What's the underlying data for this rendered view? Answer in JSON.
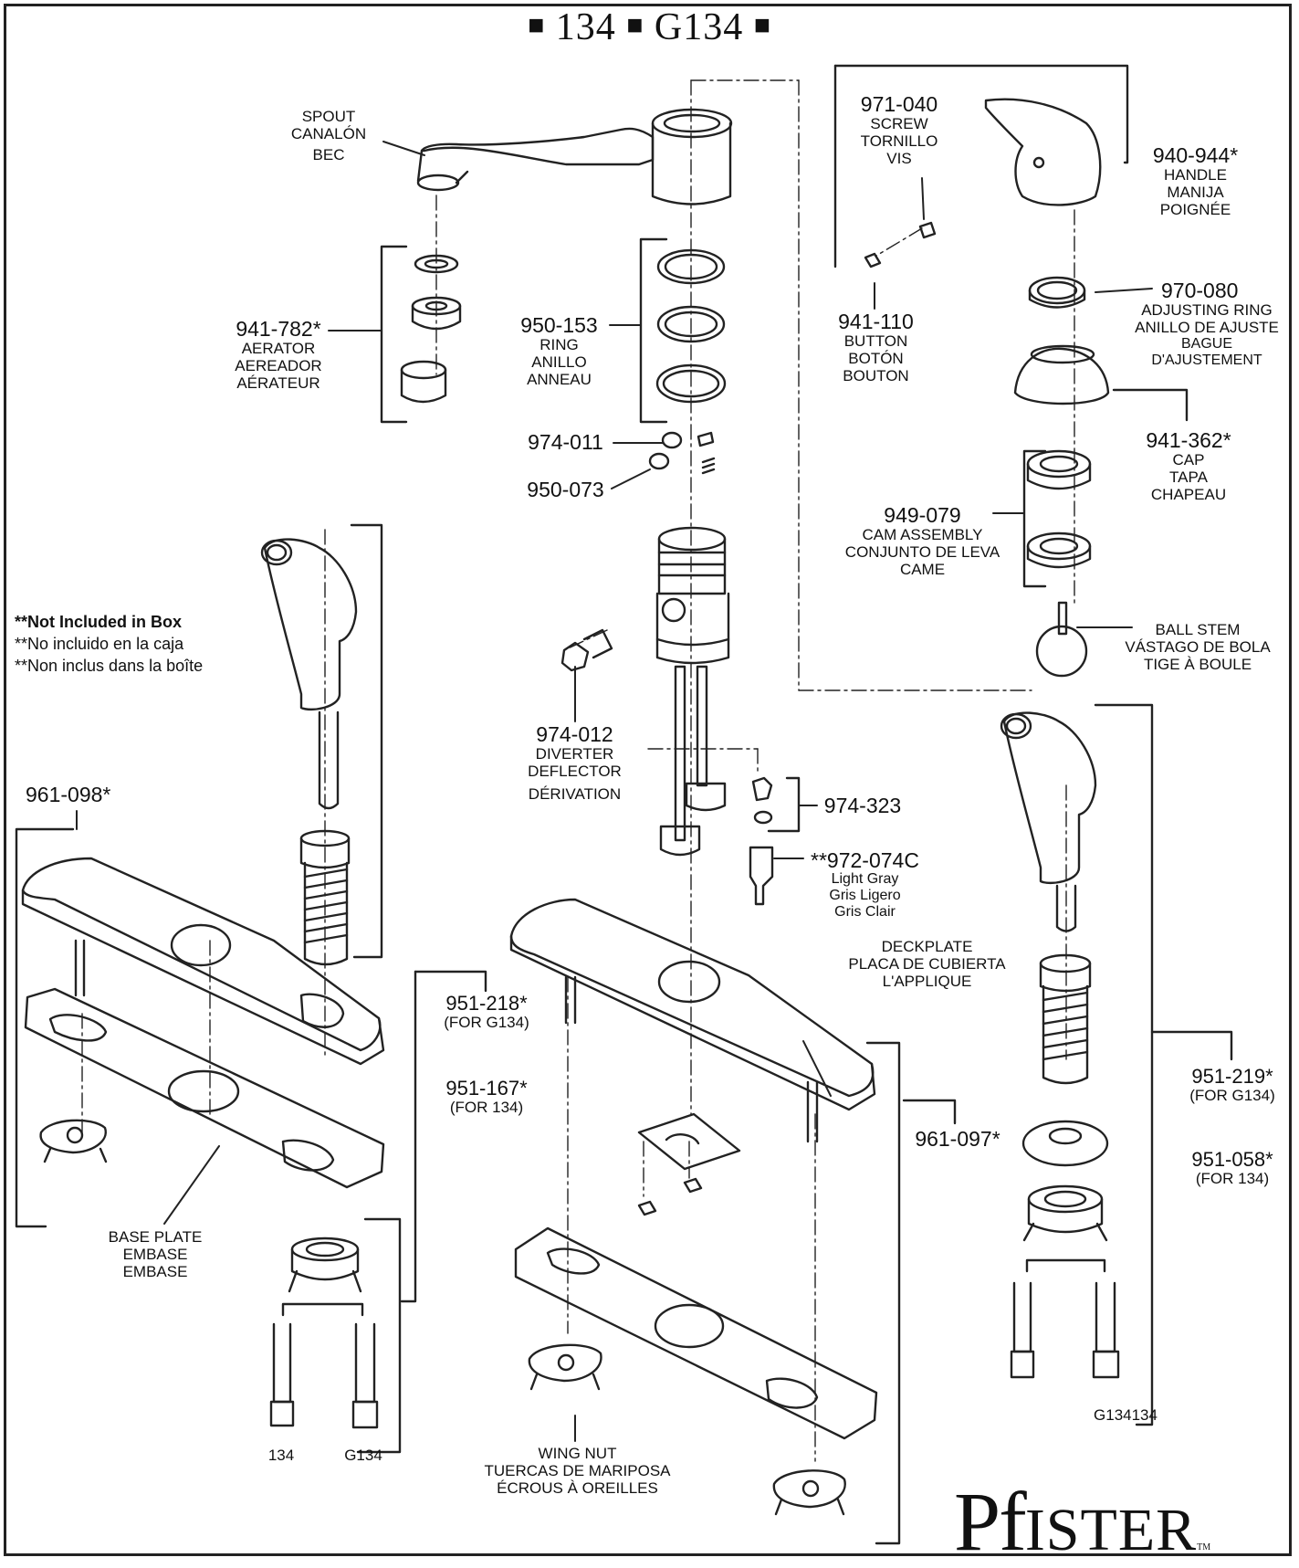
{
  "title": {
    "left_mark": "■",
    "model_a": "134",
    "mid_mark": "■",
    "model_b": "G134",
    "right_mark": "■"
  },
  "parts": {
    "spout": {
      "line1": "SPOUT",
      "line2": "CANALÓN",
      "line3": "BEC"
    },
    "aerator": {
      "number": "941-782*",
      "line1": "AERATOR",
      "line2": "AEREADOR",
      "line3": "AÉRATEUR"
    },
    "ring": {
      "number": "950-153",
      "line1": "RING",
      "line2": "ANILLO",
      "line3": "ANNEAU"
    },
    "seat_974_011": {
      "number": "974-011"
    },
    "spring_950_073": {
      "number": "950-073"
    },
    "screw": {
      "number": "971-040",
      "line1": "SCREW",
      "line2": "TORNILLO",
      "line3": "VIS"
    },
    "handle": {
      "number": "940-944*",
      "line1": "HANDLE",
      "line2": "MANIJA",
      "line3": "POIGNÉE"
    },
    "button": {
      "number": "941-110",
      "line1": "BUTTON",
      "line2": "BOTÓN",
      "line3": "BOUTON"
    },
    "adjusting_ring": {
      "number": "970-080",
      "line1": "ADJUSTING RING",
      "line2": "ANILLO DE AJUSTE",
      "line3": "BAGUE D'AJUSTEMENT"
    },
    "cap": {
      "number": "941-362*",
      "line1": "CAP",
      "line2": "TAPA",
      "line3": "CHAPEAU"
    },
    "cam": {
      "number": "949-079",
      "line1": "CAM ASSEMBLY",
      "line2": "CONJUNTO DE LEVA",
      "line3": "CAME"
    },
    "ball_stem": {
      "line1": "BALL STEM",
      "line2": "VÁSTAGO DE BOLA",
      "line3": "TIGE À BOULE"
    },
    "diverter": {
      "number": "974-012",
      "line1": "DIVERTER",
      "line2": "DEFLECTOR",
      "line3": "DÉRIVATION"
    },
    "part_974_323": {
      "number": "974-323"
    },
    "part_972_074c": {
      "number": "**972-074C",
      "line1": "Light Gray",
      "line2": "Gris Ligero",
      "line3": "Gris Clair"
    },
    "deckplate": {
      "line1": "DECKPLATE",
      "line2": "PLACA DE CUBIERTA",
      "line3": "L'APPLIQUE"
    },
    "base_plate_kit": {
      "number": "961-098*"
    },
    "spray_g134": {
      "number": "951-218*",
      "note": "(FOR G134)"
    },
    "spray_134": {
      "number": "951-167*",
      "note": "(FOR 134)"
    },
    "deckplate_kit": {
      "number": "961-097*"
    },
    "spray_right_g134": {
      "number": "951-219*",
      "note": "(FOR G134)"
    },
    "spray_right_134": {
      "number": "951-058*",
      "note": "(FOR 134)"
    },
    "base_plate": {
      "line1": "BASE PLATE",
      "line2": "EMBASE",
      "line3": "EMBASE"
    },
    "wing_nut": {
      "line1": "WING NUT",
      "line2": "TUERCAS DE MARIPOSA",
      "line3": "ÉCROUS À OREILLES"
    },
    "hose_134": {
      "label": "134"
    },
    "hose_g134": {
      "label": "G134"
    },
    "hose_right": {
      "label": "G134134"
    }
  },
  "note": {
    "line1": "**Not Included in Box",
    "line2": "**No incluido en la caja",
    "line3": "**Non inclus dans la boîte"
  },
  "brand": {
    "initial": "P",
    "rest_a": "f",
    "rest_b": "ISTER",
    "tm": "TM"
  }
}
